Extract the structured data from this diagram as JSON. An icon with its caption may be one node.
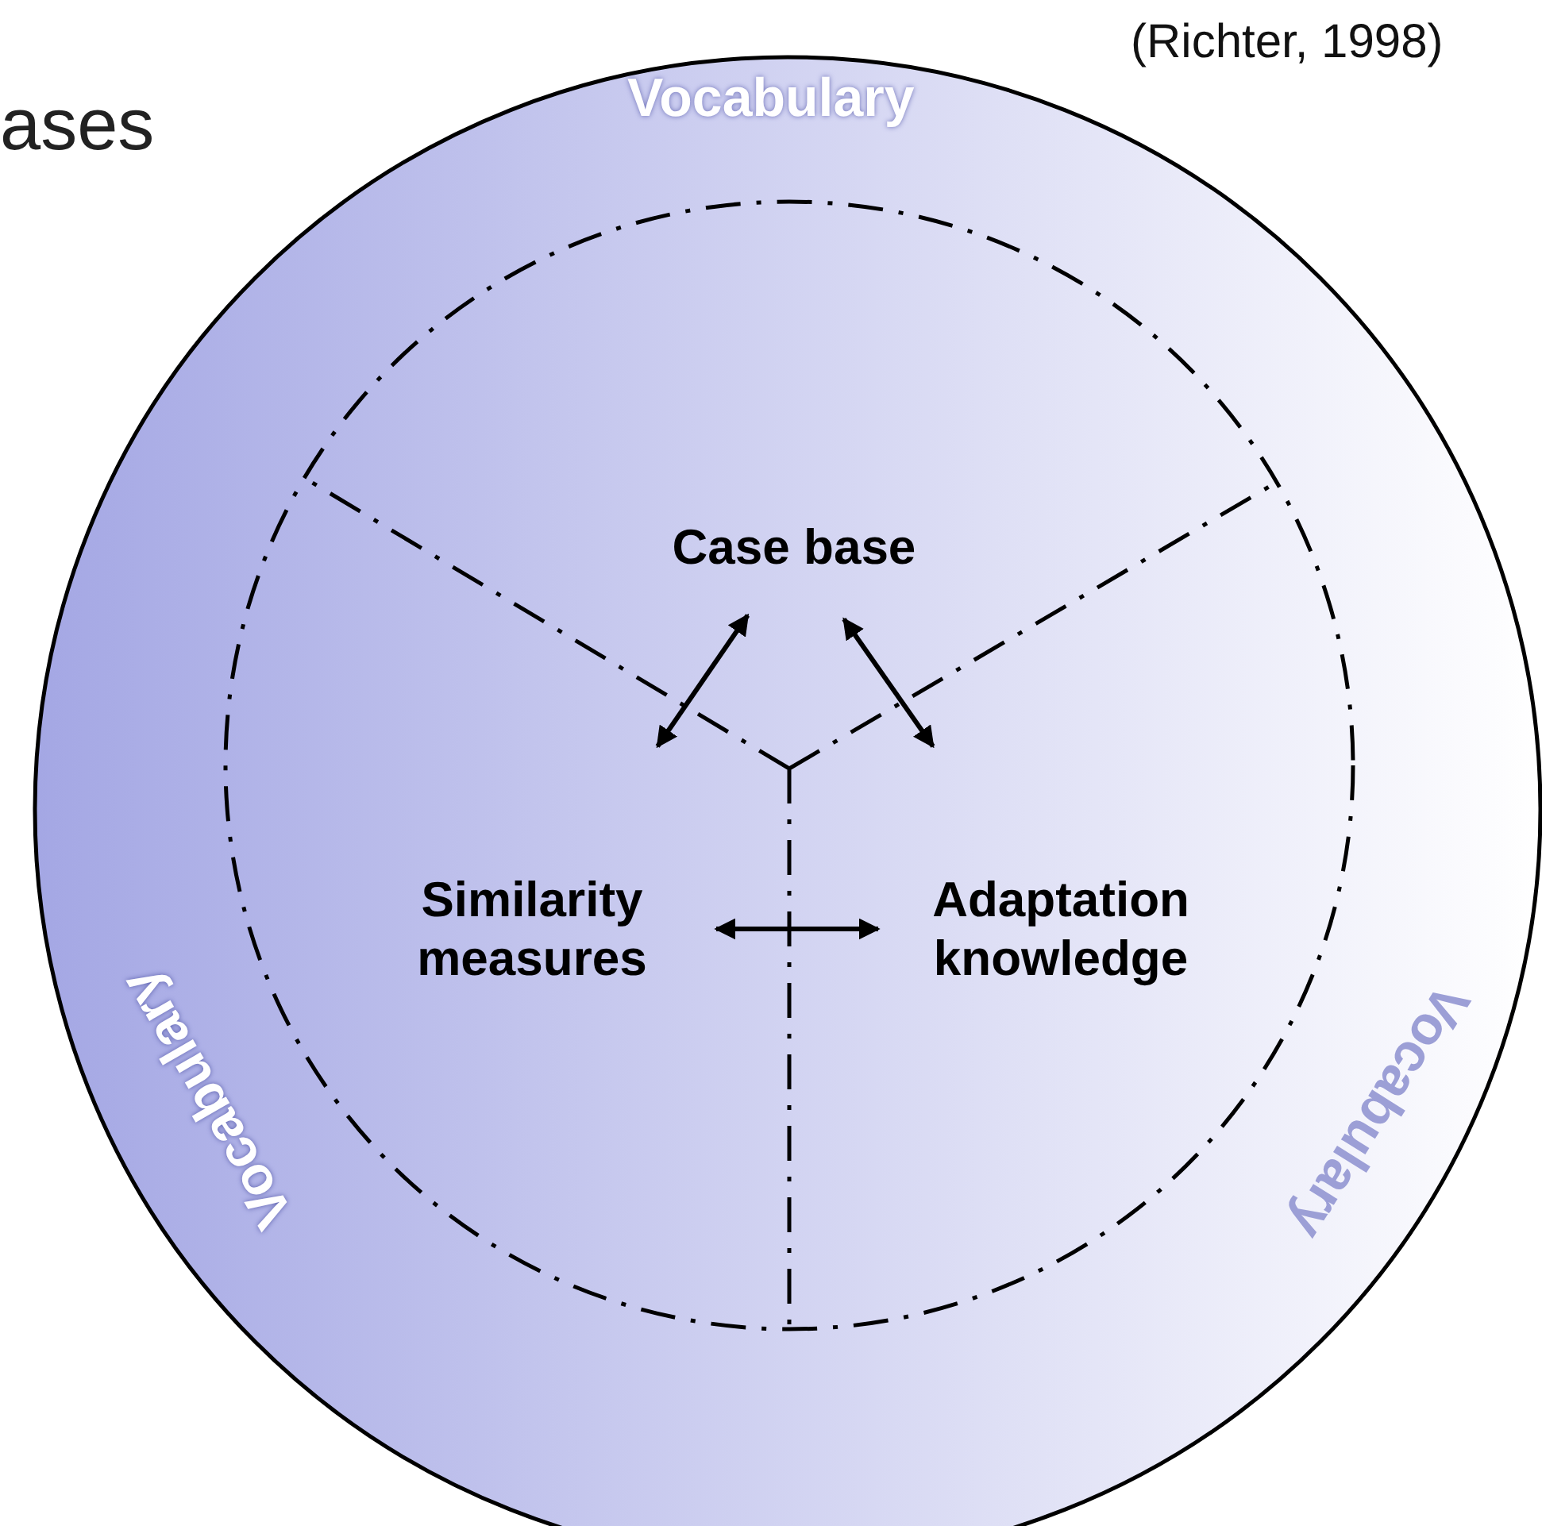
{
  "diagram": {
    "nodes": [
      {
        "text": [
          "Case base"
        ]
      },
      {
        "text": [
          "Similarity measures"
        ]
      },
      {
        "text": [
          "Adaptation knowledge"
        ]
      }
    ],
    "edges": [
      {
        "from": 0,
        "to": 1,
        "arrow": "both"
      },
      {
        "from": 0,
        "to": 2,
        "arrow": "both"
      },
      {
        "from": 1,
        "to": 2,
        "arrow": "both"
      }
    ],
    "labels": [
      "ases",
      "(Richter, 1998)",
      "Vocabulary",
      "Vocabulary",
      "Vocabulary"
    ]
  }
}
